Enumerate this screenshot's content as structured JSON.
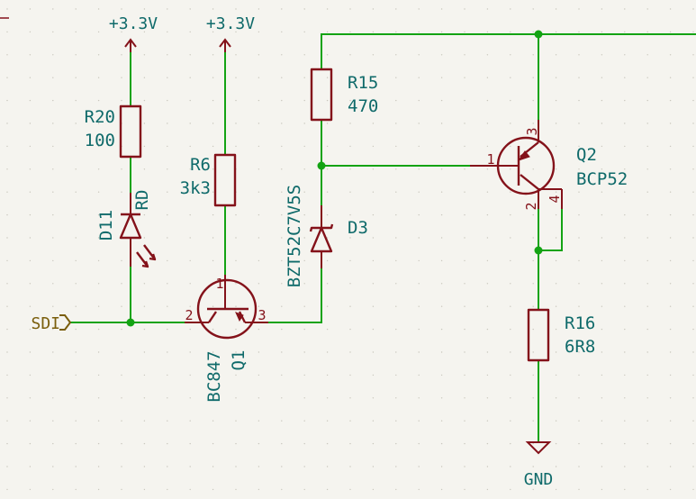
{
  "nets": {
    "vcc_left": "+3.3V",
    "vcc_mid": "+3.3V",
    "gnd": "GND",
    "sdi": "SDI"
  },
  "components": {
    "r20": {
      "ref": "R20",
      "value": "100"
    },
    "r6": {
      "ref": "R6",
      "value": "3k3"
    },
    "r15": {
      "ref": "R15",
      "value": "470"
    },
    "r16": {
      "ref": "R16",
      "value": "6R8"
    },
    "d11": {
      "ref": "D11",
      "value": "RD"
    },
    "d3": {
      "ref": "D3",
      "value": "BZT52C7V5S"
    },
    "q1": {
      "ref": "Q1",
      "value": "BC847",
      "pins": [
        "1",
        "2",
        "3"
      ]
    },
    "q2": {
      "ref": "Q2",
      "value": "BCP52",
      "pins": [
        "1",
        "2",
        "3",
        "4"
      ]
    }
  },
  "colors": {
    "wire": "#13a313",
    "part": "#84121a",
    "text": "#0f6a6a",
    "global_label": "#7a5e0c",
    "background": "#f5f4ef"
  }
}
